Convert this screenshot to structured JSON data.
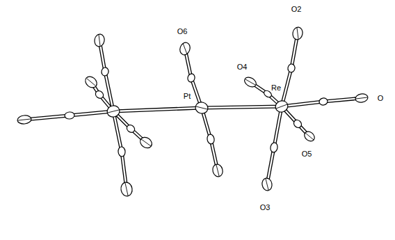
{
  "diagram": {
    "labels": [
      "O2",
      "O6",
      "O4",
      "Pt",
      "Re",
      "O",
      "O5",
      "O3"
    ]
  }
}
